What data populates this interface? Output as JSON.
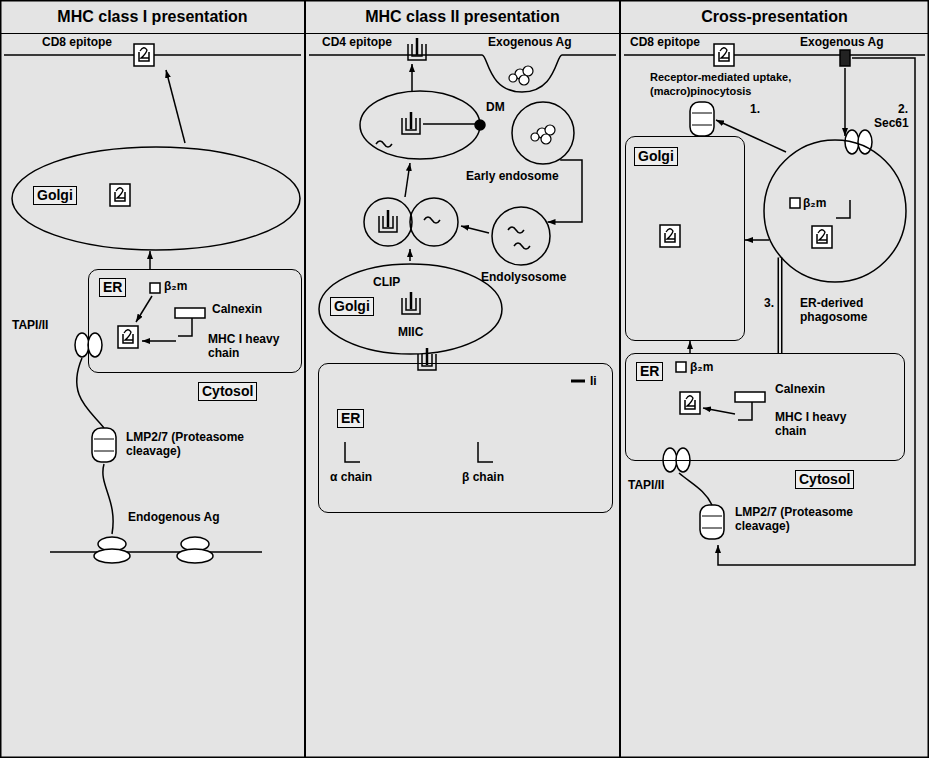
{
  "diagram": {
    "nodes": [
      {
        "text": [
          "MHC class I presentation"
        ]
      },
      {
        "text": [
          "Golgi"
        ],
        "in": 0
      },
      {
        "text": [
          "ER"
        ],
        "in": 0
      },
      {
        "text": [
          "MHC class II presentation"
        ]
      },
      {
        "text": [
          "Early endosome"
        ],
        "in": 3
      },
      {
        "text": [
          "Endolysosome"
        ],
        "in": 3
      },
      {
        "text": [
          "Golgi",
          "CLIP",
          "MIIC"
        ],
        "in": 3
      },
      {
        "text": [
          "ER"
        ],
        "in": 3
      },
      {
        "text": [
          "Cross-presentation"
        ]
      },
      {
        "text": [
          "ER-derived phagosome"
        ],
        "in": 8
      },
      {
        "text": [
          "Golgi"
        ],
        "in": 8
      },
      {
        "text": [
          "ER"
        ],
        "in": 8
      }
    ],
    "edges": [
      {
        "from": 2,
        "to": 1,
        "arrow": "to"
      },
      {
        "from": 4,
        "to": 5,
        "arrow": "to"
      },
      {
        "from": 9,
        "to": 10,
        "arrow": "to"
      },
      {
        "from": 11,
        "to": 10,
        "arrow": "to"
      },
      {
        "from": 9,
        "to": 11,
        "label": "3.",
        "arrow": "none"
      }
    ],
    "labels": [
      "CD8 epitope",
      "β₂m",
      "Calnexin",
      "TAPI/II",
      "MHC I heavy chain",
      "Cytosol",
      "LMP2/7 (Proteasome cleavage)",
      "Endogenous Ag",
      "CD4 epitope",
      "Exogenous Ag",
      "DM",
      "Ii",
      "α chain",
      "β chain",
      "CD8 epitope",
      "Exogenous Ag",
      "Receptor-mediated uptake, (macro)pinocytosis",
      "1.",
      "2.",
      "Sec61",
      "β₂m",
      "β₂m",
      "Calnexin",
      "TAPI/II",
      "MHC I heavy chain",
      "Cytosol",
      "LMP2/7 (Proteasome cleavage)"
    ]
  }
}
